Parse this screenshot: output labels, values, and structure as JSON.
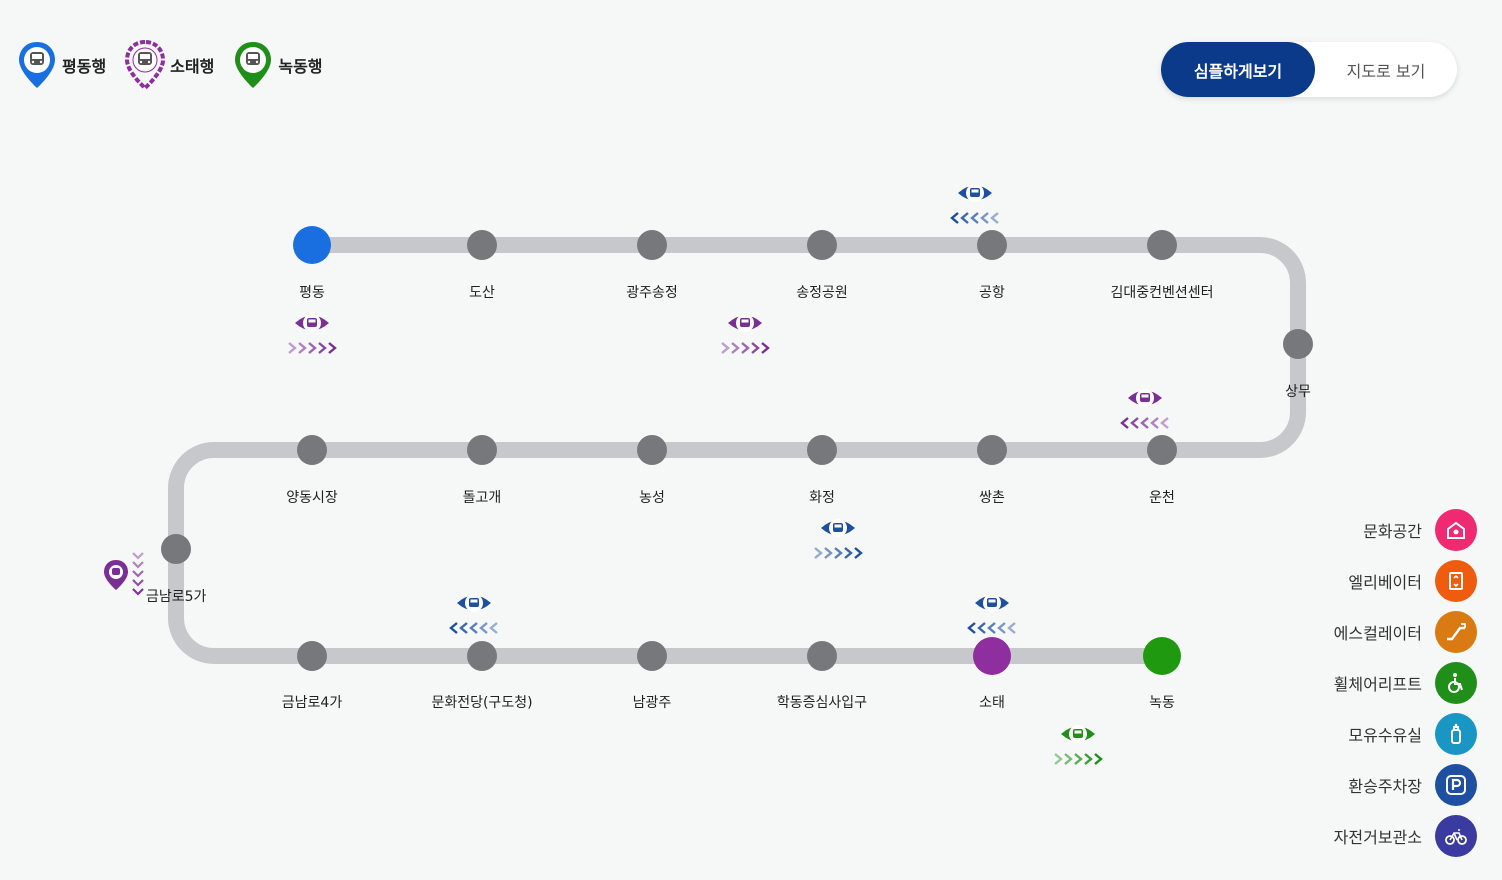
{
  "legend": [
    {
      "label": "평동행",
      "color": "#1a6fe0",
      "icon": "train-pin-icon"
    },
    {
      "label": "소태행",
      "color": "#8e2e9f",
      "icon": "train-pin-icon"
    },
    {
      "label": "녹동행",
      "color": "#1f8f1a",
      "icon": "train-pin-icon"
    }
  ],
  "toggle": {
    "simple_label": "심플하게보기",
    "map_label": "지도로 보기"
  },
  "stations": [
    "평동",
    "도산",
    "광주송정",
    "송정공원",
    "공항",
    "김대중컨벤션센터",
    "상무",
    "운천",
    "쌍촌",
    "화정",
    "농성",
    "돌고개",
    "양동시장",
    "금남로5가",
    "금남로4가",
    "문화전당(구도청)",
    "남광주",
    "학동증심사입구",
    "소태",
    "녹동"
  ],
  "colors": {
    "line": "#c7c8cc",
    "station": "#77787c",
    "pyeongdong": "#1a6fe0",
    "sotae": "#8e2e9f",
    "nokdong": "#1f9a10",
    "train_blue": "#1f4fa0",
    "train_purple": "#7a2f96",
    "train_green": "#1f8f1a"
  },
  "facilities": [
    {
      "label": "문화공간",
      "color": "#ef2a72",
      "icon": "culture-space-icon"
    },
    {
      "label": "엘리베이터",
      "color": "#ef5b0f",
      "icon": "elevator-icon"
    },
    {
      "label": "에스컬레이터",
      "color": "#d97a12",
      "icon": "escalator-icon"
    },
    {
      "label": "휠체어리프트",
      "color": "#1f8f1a",
      "icon": "wheelchair-icon"
    },
    {
      "label": "모유수유실",
      "color": "#1a96c4",
      "icon": "nursing-room-icon"
    },
    {
      "label": "환승주차장",
      "color": "#1f4fa0",
      "icon": "parking-icon"
    },
    {
      "label": "자전거보관소",
      "color": "#3a3aa0",
      "icon": "bicycle-icon"
    }
  ]
}
